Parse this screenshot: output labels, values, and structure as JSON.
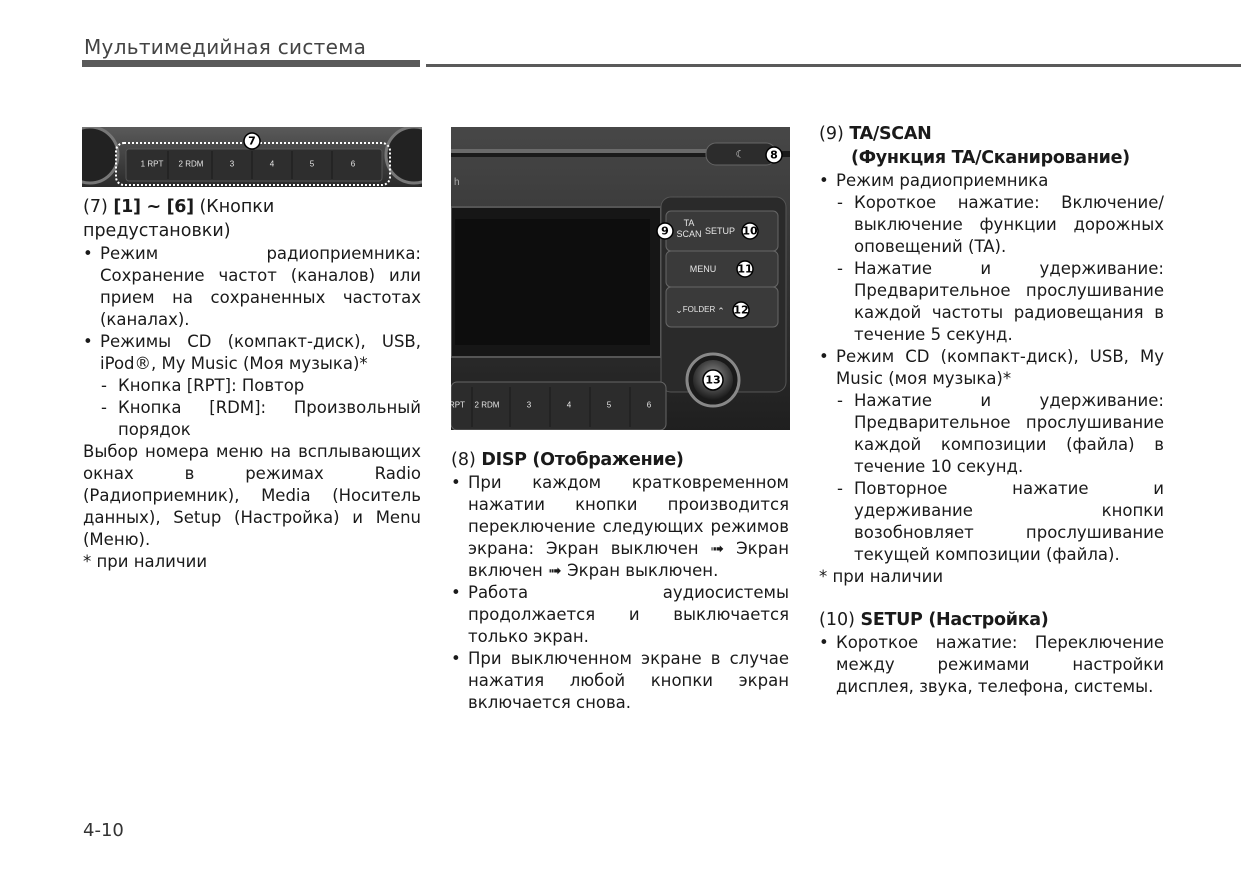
{
  "header": {
    "title": "Мультимедийная система"
  },
  "page_number": "4-10",
  "figure1": {
    "callout": "7",
    "buttons": [
      "1 RPT",
      "2 RDM",
      "3",
      "4",
      "5",
      "6"
    ]
  },
  "figure2": {
    "callouts": [
      "8",
      "9",
      "10",
      "11",
      "12",
      "13"
    ],
    "label_ta": "TA",
    "label_scan": "SCAN",
    "label_setup": "SETUP",
    "label_menu": "MENU",
    "label_folder": "FOLDER",
    "label_h": "h",
    "buttons": [
      "RPT",
      "2 RDM",
      "3",
      "4",
      "5",
      "6"
    ]
  },
  "col1": {
    "heading_num": "(7)",
    "heading_bold": "[1] ~ [6]",
    "heading_rest": "(Кнопки предустановки)",
    "b1": "Режим радиоприемника: Сохранение частот (каналов) или прием на сохраненных частотах (каналах).",
    "b2": "Режимы CD (компакт-диск), USB, iPod®, My Music (Моя музыка)*",
    "d1": "Кнопка [RPT]: Повтор",
    "d2": "Кнопка [RDM]: Произвольный порядок",
    "p1": "Выбор номера меню на всплывающих окнах в режимах Radio (Радиоприемник), Media (Носитель данных), Setup (Настройка) и Menu (Меню).",
    "note": "* при наличии"
  },
  "col2": {
    "heading_num": "(8)",
    "heading_bold": "DISP (Отображение)",
    "b1": "При каждом кратковременном нажатии кнопки производится переключение следующих режимов экрана: Экран выключен ➟ Экран включен ➟ Экран выключен.",
    "b2": "Работа аудиосистемы продолжается и выключается только экран.",
    "b3": "При выключенном экране в случае нажатия любой кнопки экран включается снова."
  },
  "col3": {
    "heading1_num": "(9)",
    "heading1_bold": "TA/SCAN",
    "heading1_sub": "(Функция TA/Сканирование)",
    "b1": "Режим радиоприемника",
    "d1": "Короткое нажатие: Включение/выключение функции дорожных оповещений (TA).",
    "d2": "Нажатие и удерживание: Предварительное прослушивание каждой частоты радиовещания в течение 5 секунд.",
    "b2": "Режим CD (компакт-диск), USB, My Music (моя музыка)*",
    "d3": "Нажатие и удерживание: Предварительное прослушивание каждой композиции (файла) в течение 10 секунд.",
    "d4": "Повторное нажатие и удерживание кнопки возобновляет прослушивание текущей композиции (файла).",
    "note": "* при наличии",
    "heading2_num": "(10)",
    "heading2_bold": "SETUP (Настройка)",
    "b3": "Короткое нажатие: Переключение между режимами настройки дисплея, звука, телефона, системы."
  }
}
